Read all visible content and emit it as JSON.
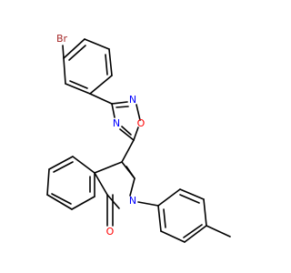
{
  "molecule": {
    "atoms": {
      "bromine": "Br",
      "oxadiazole_n_upper": "N",
      "oxadiazole_o": "O",
      "oxadiazole_n_lower": "N",
      "isoquinolinone_n": "N",
      "carbonyl_o": "O"
    }
  },
  "colors": {
    "bond": "#000000",
    "bromine": "#a52a2a",
    "nitrogen": "#0000ff",
    "oxygen": "#ff0000"
  }
}
